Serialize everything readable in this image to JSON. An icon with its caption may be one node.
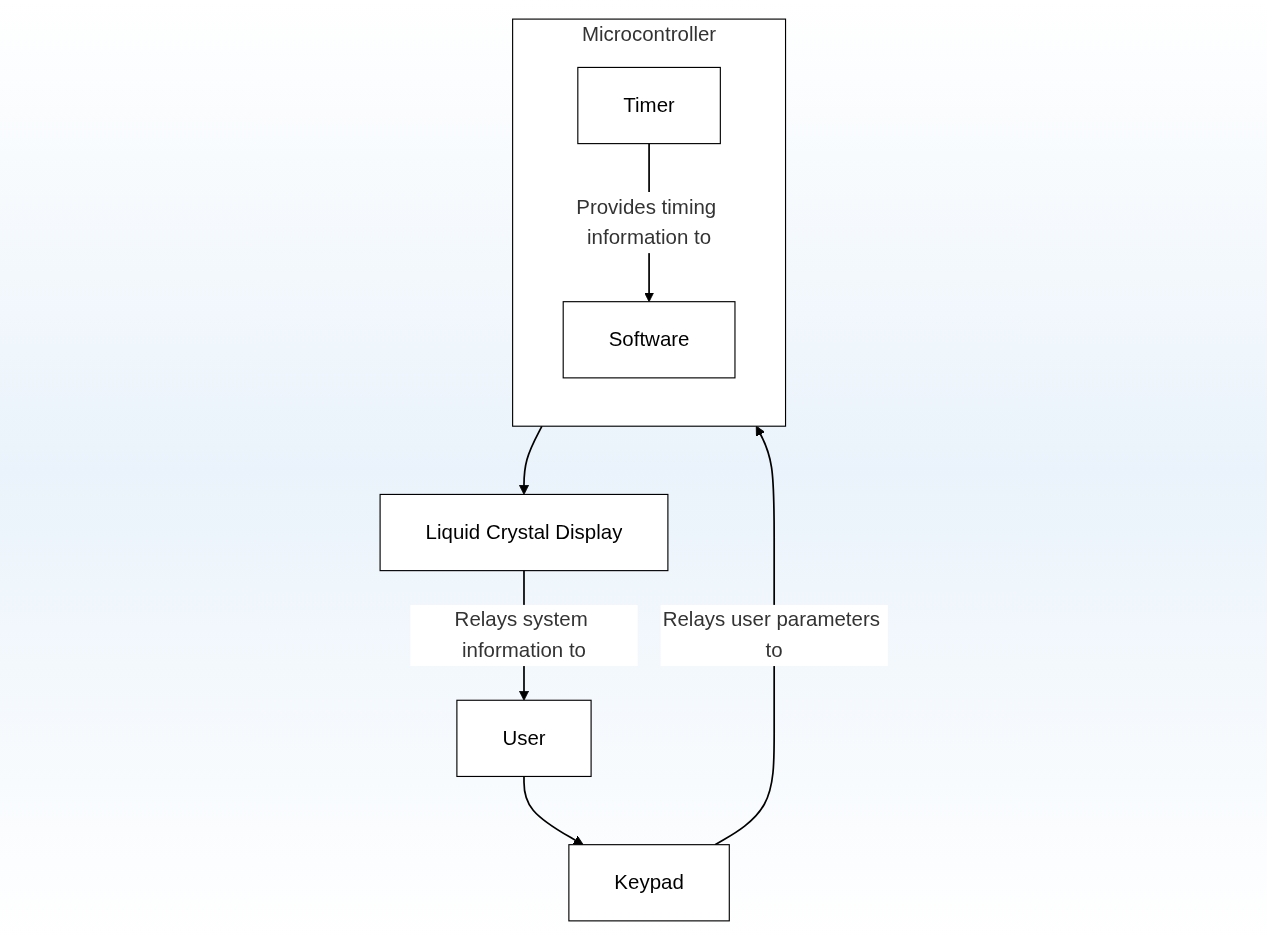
{
  "diagram": {
    "nodes": [
      {
        "text": [
          "Microcontroller"
        ]
      },
      {
        "text": [
          "Timer"
        ],
        "in": 0
      },
      {
        "text": [
          "Software"
        ],
        "in": 0
      },
      {
        "text": [
          "Liquid Crystal Display"
        ]
      },
      {
        "text": [
          "Keypad"
        ]
      },
      {
        "text": [
          "User"
        ]
      }
    ],
    "edges": [
      {
        "from": 1,
        "to": 2,
        "arrow": "to",
        "label": "Provides timing information to"
      },
      {
        "from": 0,
        "to": 3,
        "arrow": "to"
      },
      {
        "from": 3,
        "to": 5,
        "arrow": "to",
        "label": "Relays system information to"
      },
      {
        "from": 5,
        "to": 4,
        "arrow": "to"
      },
      {
        "from": 4,
        "to": 0,
        "arrow": "to",
        "label": "Relays user parameters to"
      }
    ]
  }
}
